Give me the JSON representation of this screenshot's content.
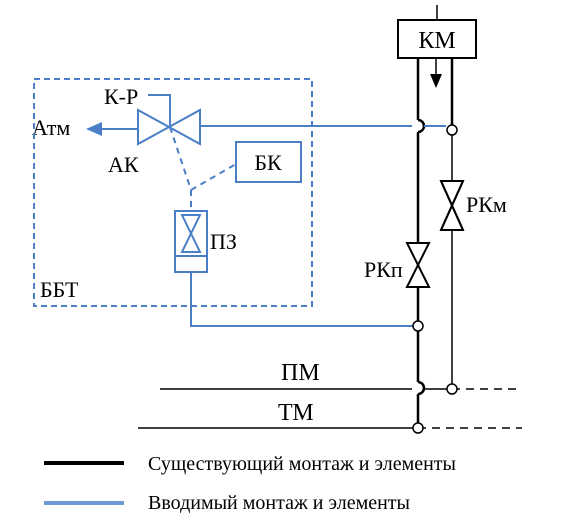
{
  "colors": {
    "existing": "#000000",
    "new": "#4a7fc8"
  },
  "labels": {
    "km": "КМ",
    "kr": "К-Р",
    "atm": "Атм",
    "ak": "АК",
    "bk": "БК",
    "pz": "ПЗ",
    "bbt": "ББТ",
    "rkm": "РКм",
    "rkp": "РКп",
    "pm": "ПМ",
    "tm": "ТМ"
  },
  "legend": {
    "existing_label": "Существующий монтаж и элементы",
    "new_label": "Вводимый монтаж и элементы"
  }
}
